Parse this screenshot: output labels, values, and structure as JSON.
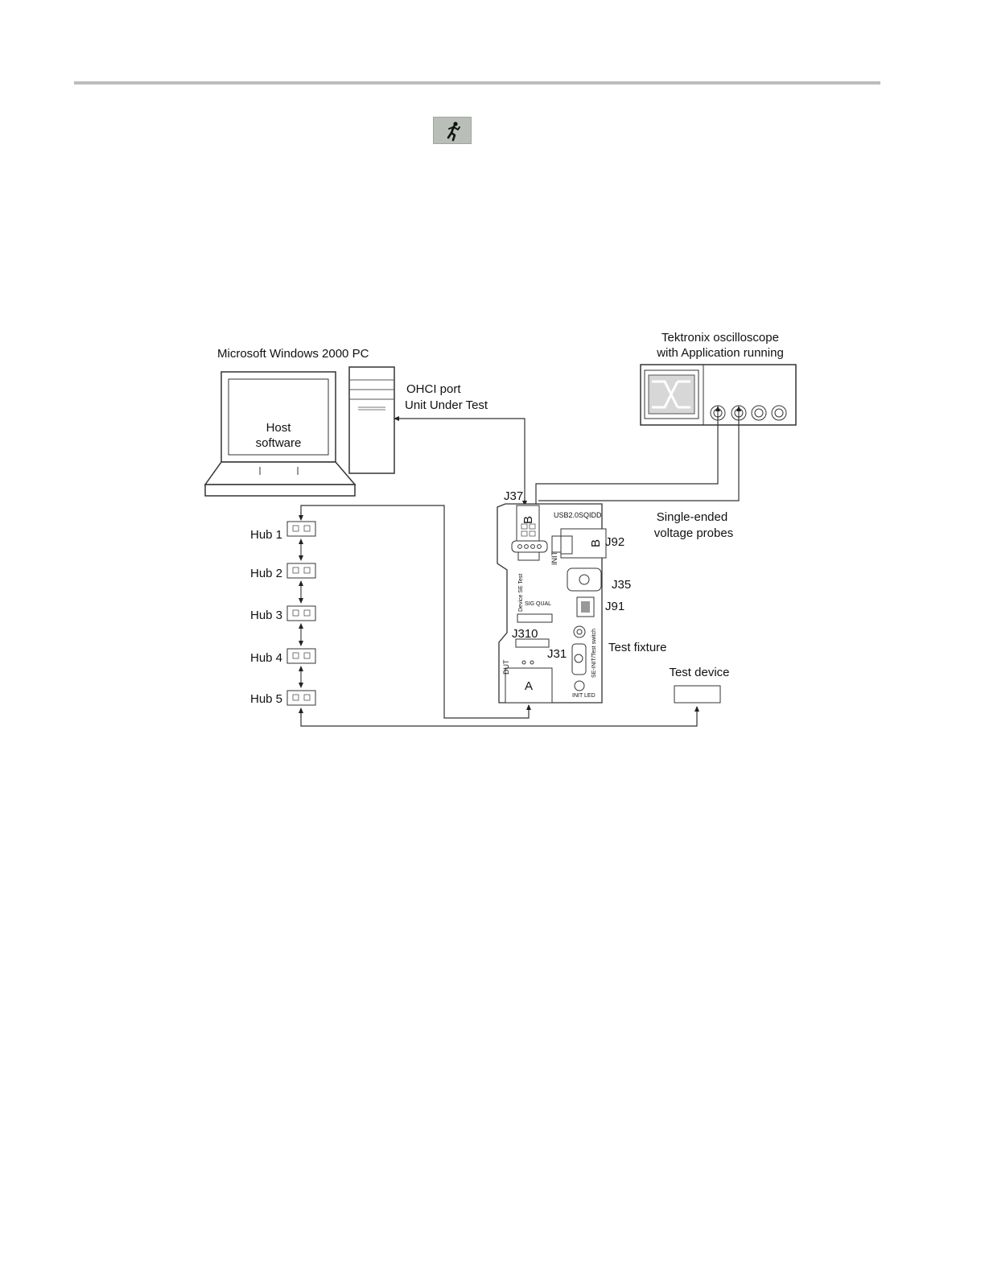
{
  "page": {
    "run_icon": "running-man-icon"
  },
  "diagram": {
    "pc_label": "Microsoft Windows 2000 PC",
    "host_software_line1": "Host",
    "host_software_line2": "software",
    "ohci_line1": "OHCI port",
    "ohci_line2": "Unit Under Test",
    "scope_line1": "Tektronix oscilloscope",
    "scope_line2": "with Application running",
    "probes_line1": "Single-ended",
    "probes_line2": "voltage probes",
    "hubs": [
      "Hub 1",
      "Hub 2",
      "Hub 3",
      "Hub 4",
      "Hub 5"
    ],
    "j37": "J37",
    "j92": "J92",
    "j35": "J35",
    "j91": "J91",
    "j310": "J310",
    "j31": "J31",
    "board_name": "USB2.0SQIDD",
    "init": "INIT",
    "device_se_test": "Device SE Test",
    "sig_qual": "SIG QUAL",
    "dut": "DUT",
    "connector_b": "B",
    "connector_a": "A",
    "se_init_test_switch": "SE-INIT/Test switch",
    "init_led": "INIT LED",
    "test_fixture": "Test fixture",
    "test_device": "Test device"
  }
}
